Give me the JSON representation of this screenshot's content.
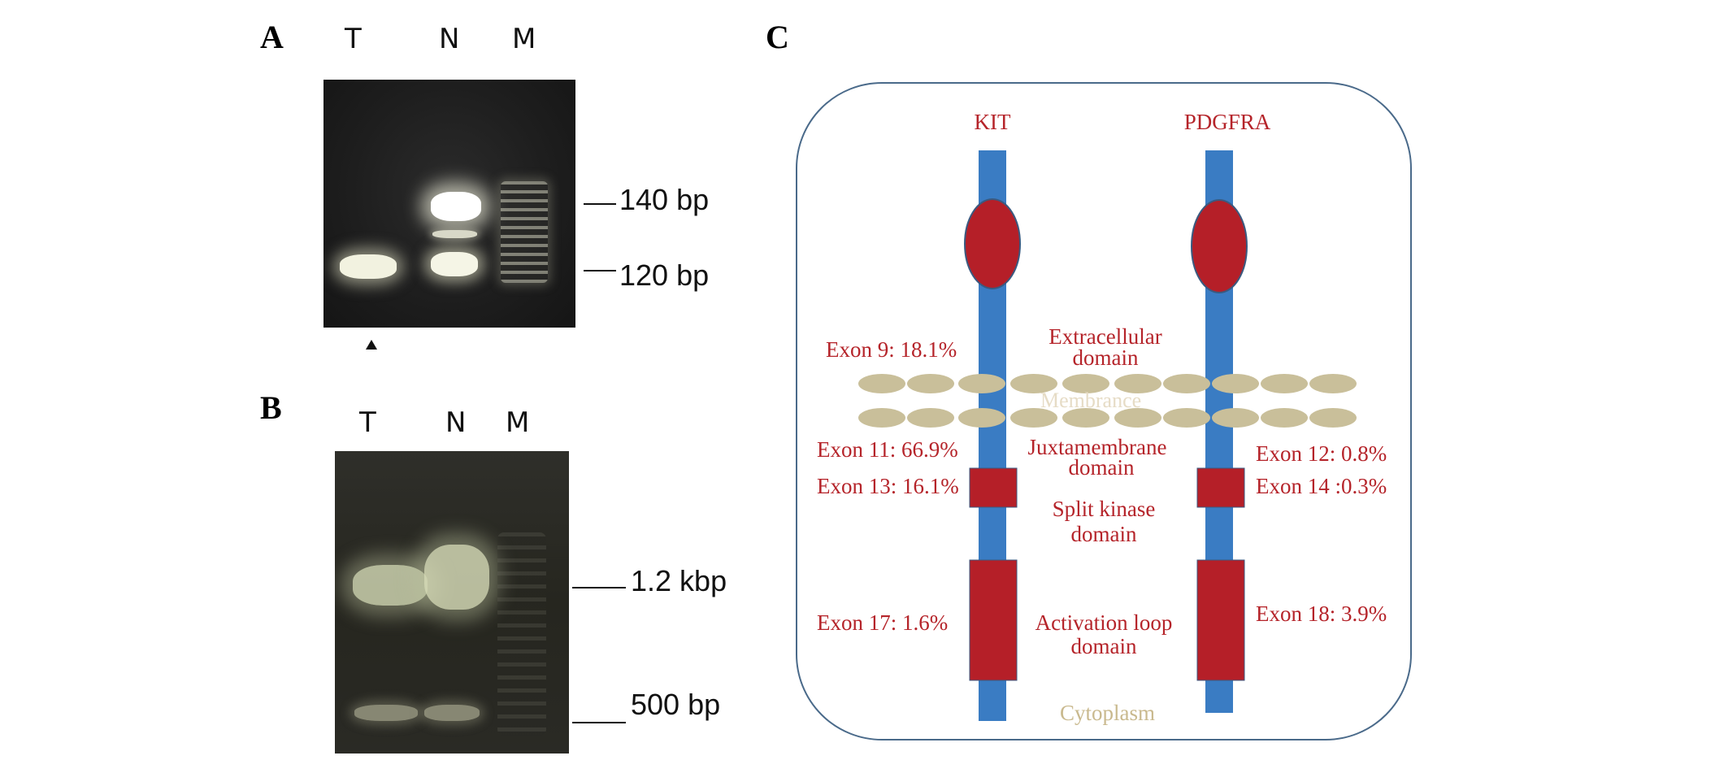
{
  "panel_a": {
    "letter": "A",
    "lanes": [
      "T",
      "N",
      "M"
    ],
    "markers": [
      "140 bp",
      "120 bp"
    ]
  },
  "panel_b": {
    "letter": "B",
    "lanes": [
      "T",
      "N",
      "M"
    ],
    "markers": [
      "1.2 kbp",
      "500 bp"
    ]
  },
  "panel_c": {
    "letter": "C",
    "receptors": [
      "KIT",
      "PDGFRA"
    ],
    "domains": {
      "extracellular": [
        "Extracellular",
        "domain"
      ],
      "membrane": "Membrance",
      "juxtamembrane": [
        "Juxtamembrane",
        "domain"
      ],
      "split_kinase": [
        "Split kinase",
        "domain"
      ],
      "activation_loop": [
        "Activation loop",
        "domain"
      ],
      "cytoplasm": "Cytoplasm"
    },
    "kit_exons": [
      "Exon 9: 18.1%",
      "Exon 11: 66.9%",
      "Exon 13: 16.1%",
      "Exon 17: 1.6%"
    ],
    "pdgfra_exons": [
      "Exon 12: 0.8%",
      "Exon 14 :0.3%",
      "Exon 18: 3.9%"
    ],
    "colors": {
      "receptor_blue": "#3a7cc3",
      "domain_red": "#b51f28",
      "label_red": "#b5242a",
      "membrane_tan": "#c9bf9a",
      "frame": "#4a6a8a"
    }
  }
}
